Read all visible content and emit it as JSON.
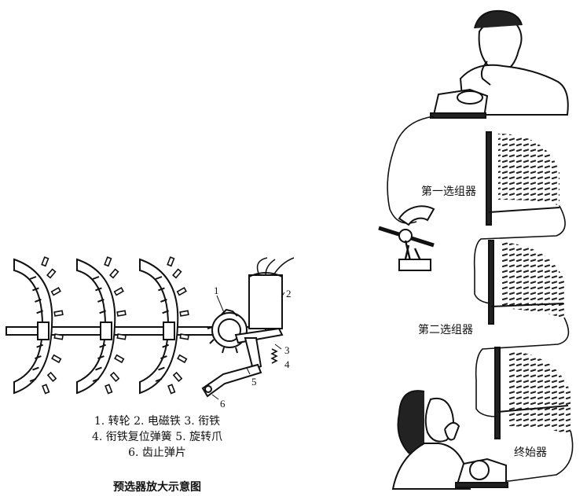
{
  "left_figure": {
    "part_numbers": [
      "1",
      "2",
      "3",
      "4",
      "5",
      "6"
    ],
    "legend_lines": [
      "1. 转轮   2. 电磁铁 3. 衔铁",
      "4. 衔铁复位弹簧   5. 旋转爪",
      "6. 齿止弹片"
    ],
    "caption": "预选器放大示意图"
  },
  "right_figure": {
    "labels": {
      "first_selector": "第一选组器",
      "second_selector": "第二选组器",
      "final_selector": "终始器"
    }
  },
  "colors": {
    "ink": "#111111",
    "background": "#ffffff"
  }
}
